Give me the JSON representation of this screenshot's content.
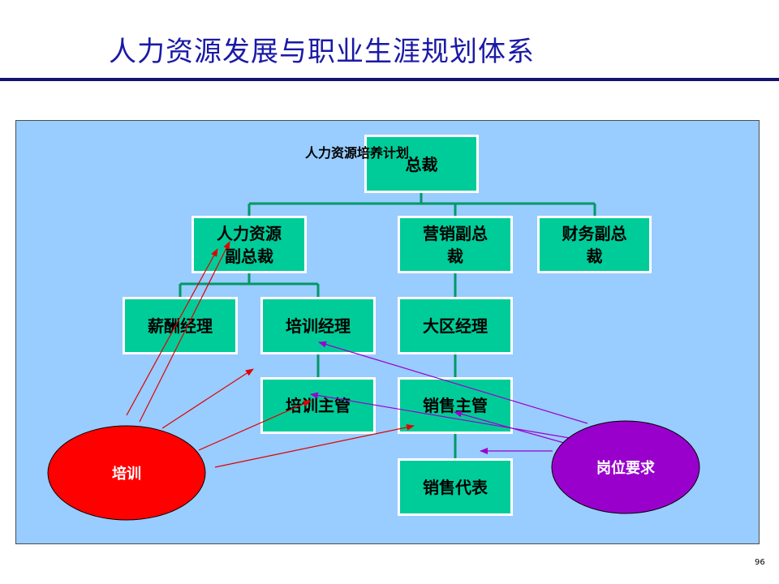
{
  "title": "人力资源发展与职业生涯规划体系",
  "caption": "人力资源培养计划",
  "nodes": {
    "ceo": "总裁",
    "hr_vp": "人力资源\n副总裁",
    "sales_vp": "营销副总\n裁",
    "finance_vp": "财务副总\n裁",
    "comp_mgr": "薪酬经理",
    "training_mgr": "培训经理",
    "region_mgr": "大区经理",
    "training_sup": "培训主管",
    "sales_sup": "销售主管",
    "sales_rep": "销售代表"
  },
  "ovals": {
    "training": "培训",
    "job_req": "岗位要求"
  },
  "colors": {
    "box": "#00cc99",
    "panel": "#99ccff",
    "connector": "#009966",
    "training_oval": "#ff0000",
    "job_req_oval": "#9900cc",
    "training_arrow": "#e00000",
    "job_req_arrow": "#9900cc",
    "title": "#1a1aa6"
  },
  "page_number": "96"
}
